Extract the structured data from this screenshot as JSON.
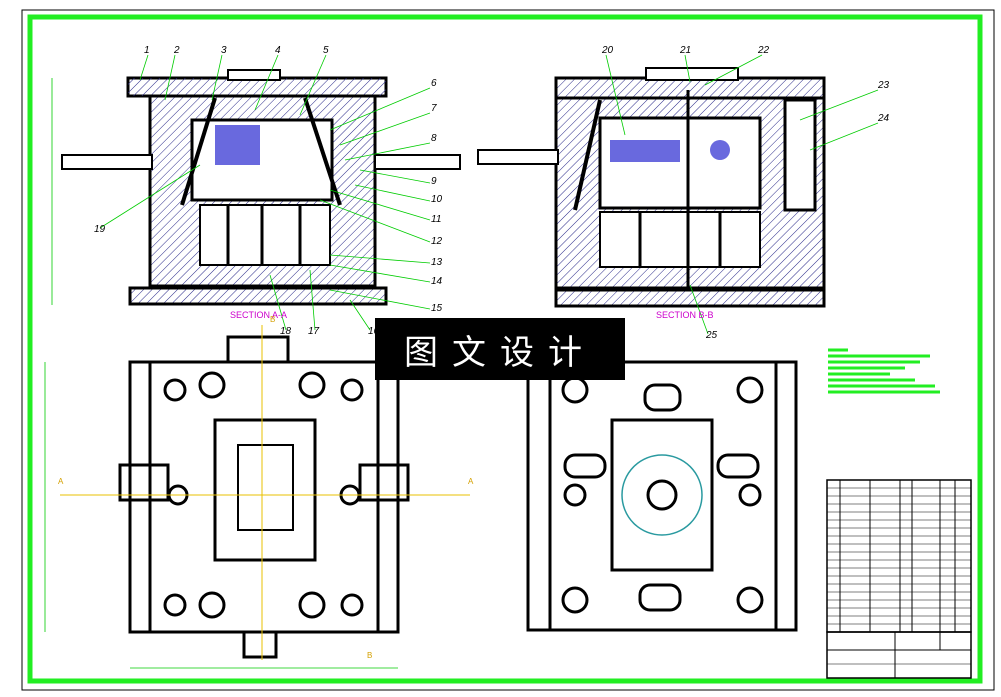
{
  "sections": {
    "aa": "SECTION A-A",
    "bb": "SECTION B-B"
  },
  "part_numbers": [
    "1",
    "2",
    "3",
    "4",
    "5",
    "6",
    "7",
    "8",
    "9",
    "10",
    "11",
    "12",
    "13",
    "14",
    "15",
    "16",
    "17",
    "18",
    "19",
    "20",
    "21",
    "22",
    "23",
    "24",
    "25"
  ],
  "markers": {
    "a_left": "A",
    "a_right": "A",
    "b_bottom": "B",
    "b_top": "B"
  },
  "watermark": "图文设计",
  "colors": {
    "border": "#22ee22",
    "lines": "#000000",
    "hatch": "#2222aa",
    "leaders": "#00cc00",
    "section_label": "#cc00cc",
    "center_axis": "#e8c000"
  }
}
